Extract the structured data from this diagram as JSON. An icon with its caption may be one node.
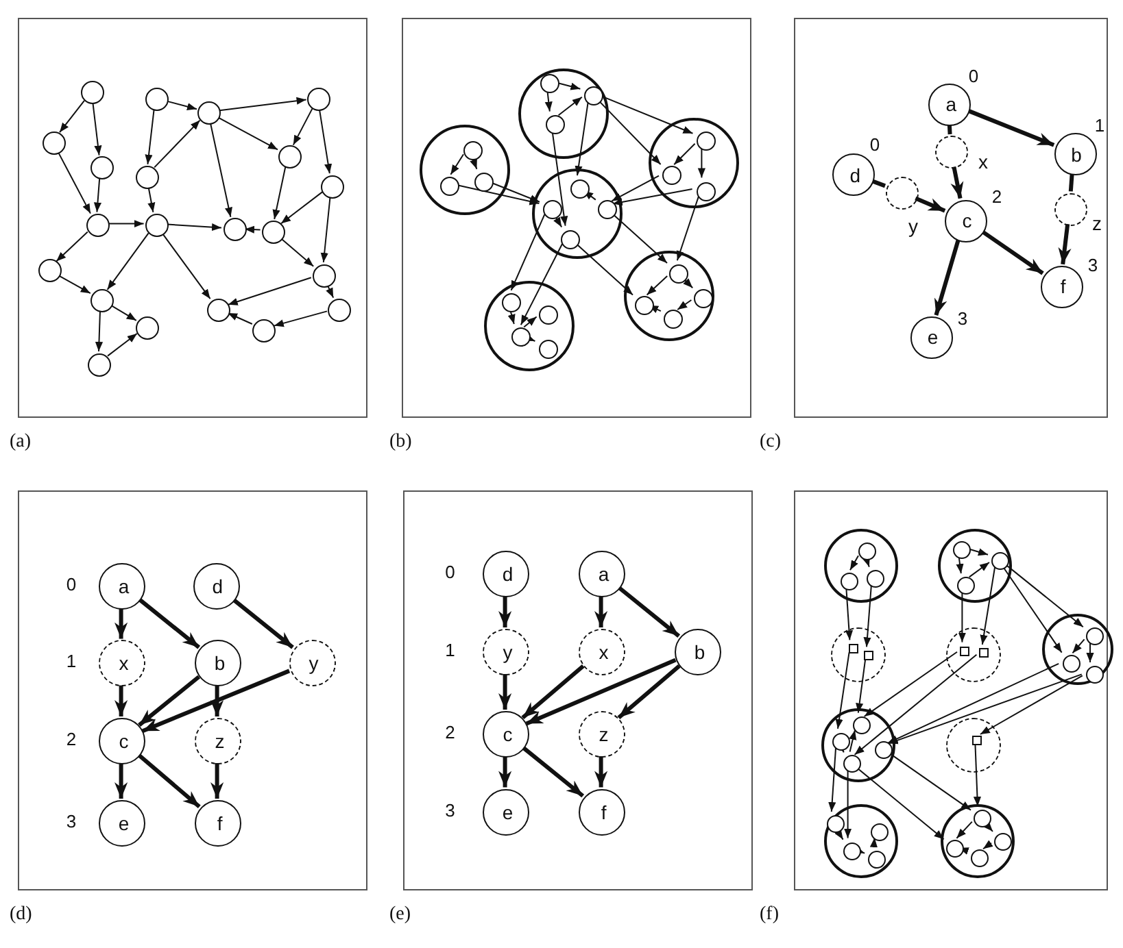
{
  "diagram": {
    "nodes": [
      {
        "text": [
          "(a)"
        ]
      },
      {
        "text": [],
        "shape": "circle",
        "in": 0
      },
      {
        "text": [],
        "shape": "circle",
        "in": 0
      },
      {
        "text": [],
        "shape": "circle",
        "in": 0
      },
      {
        "text": [],
        "shape": "circle",
        "in": 0
      },
      {
        "text": [],
        "shape": "circle",
        "in": 0
      },
      {
        "text": [],
        "shape": "circle",
        "in": 0
      },
      {
        "text": [],
        "shape": "circle",
        "in": 0
      },
      {
        "text": [],
        "shape": "circle",
        "in": 0
      },
      {
        "text": [],
        "shape": "circle",
        "in": 0
      },
      {
        "text": [],
        "shape": "circle",
        "in": 0
      },
      {
        "text": [],
        "shape": "circle",
        "in": 0
      },
      {
        "text": [],
        "shape": "circle",
        "in": 0
      },
      {
        "text": [],
        "shape": "circle",
        "in": 0
      },
      {
        "text": [],
        "shape": "circle",
        "in": 0
      },
      {
        "text": [],
        "shape": "circle",
        "in": 0
      },
      {
        "text": [],
        "shape": "circle",
        "in": 0
      },
      {
        "text": [],
        "shape": "circle",
        "in": 0
      },
      {
        "text": [],
        "shape": "circle",
        "in": 0
      },
      {
        "text": [],
        "shape": "circle",
        "in": 0
      },
      {
        "text": [],
        "shape": "circle",
        "in": 0
      },
      {
        "text": [],
        "shape": "circle",
        "in": 0
      },
      {
        "text": [
          "(b)"
        ]
      },
      {
        "text": [],
        "shape": "circle",
        "in": 22
      },
      {
        "text": [],
        "shape": "circle",
        "in": 23
      },
      {
        "text": [],
        "shape": "circle",
        "in": 23
      },
      {
        "text": [],
        "shape": "circle",
        "in": 23
      },
      {
        "text": [],
        "shape": "circle",
        "in": 22
      },
      {
        "text": [],
        "shape": "circle",
        "in": 27
      },
      {
        "text": [],
        "shape": "circle",
        "in": 27
      },
      {
        "text": [],
        "shape": "circle",
        "in": 27
      },
      {
        "text": [],
        "shape": "circle",
        "in": 22
      },
      {
        "text": [],
        "shape": "circle",
        "in": 31
      },
      {
        "text": [],
        "shape": "circle",
        "in": 31
      },
      {
        "text": [],
        "shape": "circle",
        "in": 31
      },
      {
        "text": [],
        "shape": "circle",
        "in": 22
      },
      {
        "text": [],
        "shape": "circle",
        "in": 35
      },
      {
        "text": [],
        "shape": "circle",
        "in": 35
      },
      {
        "text": [],
        "shape": "circle",
        "in": 35
      },
      {
        "text": [],
        "shape": "circle",
        "in": 35
      },
      {
        "text": [],
        "shape": "circle",
        "in": 22
      },
      {
        "text": [],
        "shape": "circle",
        "in": 40
      },
      {
        "text": [],
        "shape": "circle",
        "in": 40
      },
      {
        "text": [],
        "shape": "circle",
        "in": 40
      },
      {
        "text": [],
        "shape": "circle",
        "in": 40
      },
      {
        "text": [],
        "shape": "circle",
        "in": 22
      },
      {
        "text": [],
        "shape": "circle",
        "in": 45
      },
      {
        "text": [],
        "shape": "circle",
        "in": 45
      },
      {
        "text": [],
        "shape": "circle",
        "in": 45
      },
      {
        "text": [],
        "shape": "circle",
        "in": 45
      },
      {
        "text": [
          "(c)"
        ]
      },
      {
        "text": [
          "a"
        ],
        "beside": [
          "0"
        ],
        "in": 50
      },
      {
        "text": [
          "x"
        ],
        "in": 50
      },
      {
        "text": [
          "b"
        ],
        "beside": [
          "1"
        ],
        "in": 50
      },
      {
        "text": [
          "d"
        ],
        "beside": [
          "0"
        ],
        "in": 50
      },
      {
        "text": [
          "y"
        ],
        "in": 50
      },
      {
        "text": [
          "c"
        ],
        "beside": [
          "2"
        ],
        "in": 50
      },
      {
        "text": [
          "z"
        ],
        "in": 50
      },
      {
        "text": [
          "f"
        ],
        "beside": [
          "3"
        ],
        "in": 50
      },
      {
        "text": [
          "e"
        ],
        "beside": [
          "3"
        ],
        "in": 50
      },
      {
        "text": [
          "(d)"
        ]
      },
      {
        "text": [
          "a"
        ],
        "in": 60
      },
      {
        "text": [
          "d"
        ],
        "in": 60
      },
      {
        "text": [
          "x"
        ],
        "in": 60
      },
      {
        "text": [
          "b"
        ],
        "in": 60
      },
      {
        "text": [
          "y"
        ],
        "in": 60
      },
      {
        "text": [
          "c"
        ],
        "in": 60
      },
      {
        "text": [
          "z"
        ],
        "in": 60
      },
      {
        "text": [
          "e"
        ],
        "in": 60
      },
      {
        "text": [
          "f"
        ],
        "in": 60
      },
      {
        "text": [
          "(e)"
        ]
      },
      {
        "text": [
          "d"
        ],
        "in": 70
      },
      {
        "text": [
          "a"
        ],
        "in": 70
      },
      {
        "text": [
          "y"
        ],
        "in": 70
      },
      {
        "text": [
          "x"
        ],
        "in": 70
      },
      {
        "text": [
          "b"
        ],
        "in": 70
      },
      {
        "text": [
          "c"
        ],
        "in": 70
      },
      {
        "text": [
          "z"
        ],
        "in": 70
      },
      {
        "text": [
          "e"
        ],
        "in": 70
      },
      {
        "text": [
          "f"
        ],
        "in": 70
      },
      {
        "text": [
          "(f)"
        ]
      },
      {
        "text": [],
        "shape": "circle",
        "in": 80
      },
      {
        "text": [],
        "shape": "circle",
        "in": 81
      },
      {
        "text": [],
        "shape": "circle",
        "in": 81
      },
      {
        "text": [],
        "shape": "circle",
        "in": 81
      },
      {
        "text": [],
        "shape": "circle",
        "in": 80
      },
      {
        "text": [],
        "shape": "circle",
        "in": 85
      },
      {
        "text": [],
        "shape": "circle",
        "in": 85
      },
      {
        "text": [],
        "shape": "circle",
        "in": 85
      },
      {
        "text": [],
        "shape": "circle",
        "in": 80
      },
      {
        "text": [],
        "shape": "box",
        "in": 89
      },
      {
        "text": [],
        "shape": "box",
        "in": 89
      },
      {
        "text": [],
        "shape": "circle",
        "in": 80
      },
      {
        "text": [],
        "shape": "box",
        "in": 92
      },
      {
        "text": [],
        "shape": "box",
        "in": 92
      },
      {
        "text": [],
        "shape": "circle",
        "in": 80
      },
      {
        "text": [],
        "shape": "circle",
        "in": 95
      },
      {
        "text": [],
        "shape": "circle",
        "in": 95
      },
      {
        "text": [],
        "shape": "circle",
        "in": 95
      },
      {
        "text": [],
        "shape": "circle",
        "in": 80
      },
      {
        "text": [],
        "shape": "circle",
        "in": 99
      },
      {
        "text": [],
        "shape": "circle",
        "in": 99
      },
      {
        "text": [],
        "shape": "circle",
        "in": 99
      },
      {
        "text": [],
        "shape": "circle",
        "in": 99
      },
      {
        "text": [],
        "shape": "circle",
        "in": 80
      },
      {
        "text": [],
        "shape": "box",
        "in": 104
      },
      {
        "text": [],
        "shape": "circle",
        "in": 80
      },
      {
        "text": [],
        "shape": "circle",
        "in": 106
      },
      {
        "text": [],
        "shape": "circle",
        "in": 106
      },
      {
        "text": [],
        "shape": "circle",
        "in": 106
      },
      {
        "text": [],
        "shape": "circle",
        "in": 106
      },
      {
        "text": [],
        "shape": "circle",
        "in": 80
      },
      {
        "text": [],
        "shape": "circle",
        "in": 111
      },
      {
        "text": [],
        "shape": "circle",
        "in": 111
      },
      {
        "text": [],
        "shape": "circle",
        "in": 111
      },
      {
        "text": [],
        "shape": "circle",
        "in": 111
      }
    ],
    "edges": [
      {
        "from": 1,
        "to": 2,
        "arrow": "to"
      },
      {
        "from": 1,
        "to": 3,
        "arrow": "to"
      },
      {
        "from": 2,
        "to": 4,
        "arrow": "to"
      },
      {
        "from": 3,
        "to": 4,
        "arrow": "to"
      },
      {
        "from": 4,
        "to": 8,
        "arrow": "to"
      },
      {
        "from": 4,
        "to": 14,
        "arrow": "to"
      },
      {
        "from": 14,
        "to": 15,
        "arrow": "to"
      },
      {
        "from": 8,
        "to": 15,
        "arrow": "to"
      },
      {
        "from": 15,
        "to": 16,
        "arrow": "to"
      },
      {
        "from": 15,
        "to": 17,
        "arrow": "to"
      },
      {
        "from": 17,
        "to": 16,
        "arrow": "to"
      },
      {
        "from": 5,
        "to": 6,
        "arrow": "to"
      },
      {
        "from": 5,
        "to": 7,
        "arrow": "to"
      },
      {
        "from": 7,
        "to": 6,
        "arrow": "to"
      },
      {
        "from": 7,
        "to": 8,
        "arrow": "to"
      },
      {
        "from": 6,
        "to": 9,
        "arrow": "to"
      },
      {
        "from": 6,
        "to": 10,
        "arrow": "to"
      },
      {
        "from": 6,
        "to": 12,
        "arrow": "to"
      },
      {
        "from": 8,
        "to": 12,
        "arrow": "to"
      },
      {
        "from": 8,
        "to": 18,
        "arrow": "to"
      },
      {
        "from": 9,
        "to": 10,
        "arrow": "to"
      },
      {
        "from": 9,
        "to": 11,
        "arrow": "to"
      },
      {
        "from": 10,
        "to": 13,
        "arrow": "to"
      },
      {
        "from": 11,
        "to": 13,
        "arrow": "to"
      },
      {
        "from": 13,
        "to": 12,
        "arrow": "to"
      },
      {
        "from": 13,
        "to": 19,
        "arrow": "to"
      },
      {
        "from": 11,
        "to": 19,
        "arrow": "to"
      },
      {
        "from": 19,
        "to": 18,
        "arrow": "to"
      },
      {
        "from": 19,
        "to": 20,
        "arrow": "to"
      },
      {
        "from": 20,
        "to": 21,
        "arrow": "to"
      },
      {
        "from": 21,
        "to": 18,
        "arrow": "to"
      },
      {
        "from": 24,
        "to": 25,
        "arrow": "to"
      },
      {
        "from": 24,
        "to": 26,
        "arrow": "to"
      },
      {
        "from": 26,
        "to": 25,
        "arrow": "to"
      },
      {
        "from": 28,
        "to": 29,
        "arrow": "to"
      },
      {
        "from": 28,
        "to": 30,
        "arrow": "to"
      },
      {
        "from": 32,
        "to": 33,
        "arrow": "to"
      },
      {
        "from": 32,
        "to": 34,
        "arrow": "to"
      },
      {
        "from": 37,
        "to": 36,
        "arrow": "to"
      },
      {
        "from": 38,
        "to": 39,
        "arrow": "to"
      },
      {
        "from": 46,
        "to": 48,
        "arrow": "to"
      },
      {
        "from": 46,
        "to": 47,
        "arrow": "to"
      },
      {
        "from": 47,
        "to": 49,
        "arrow": "to"
      },
      {
        "from": 49,
        "to": 48,
        "arrow": "to"
      },
      {
        "from": 41,
        "to": 43,
        "arrow": "to"
      },
      {
        "from": 43,
        "to": 42,
        "arrow": "to"
      },
      {
        "from": 43,
        "to": 44,
        "arrow": "to"
      },
      {
        "from": 25,
        "to": 32,
        "arrow": "to"
      },
      {
        "from": 25,
        "to": 33,
        "arrow": "to"
      },
      {
        "from": 25,
        "to": 36,
        "arrow": "to"
      },
      {
        "from": 26,
        "to": 39,
        "arrow": "to"
      },
      {
        "from": 29,
        "to": 38,
        "arrow": "to"
      },
      {
        "from": 30,
        "to": 38,
        "arrow": "to"
      },
      {
        "from": 33,
        "to": 37,
        "arrow": "to"
      },
      {
        "from": 34,
        "to": 37,
        "arrow": "to"
      },
      {
        "from": 34,
        "to": 46,
        "arrow": "to"
      },
      {
        "from": 37,
        "to": 46,
        "arrow": "to"
      },
      {
        "from": 39,
        "to": 48,
        "arrow": "to"
      },
      {
        "from": 38,
        "to": 41,
        "arrow": "to"
      },
      {
        "from": 39,
        "to": 43,
        "arrow": "to"
      },
      {
        "from": 51,
        "to": 53,
        "arrow": "to",
        "style": "thick"
      },
      {
        "from": 51,
        "to": 52,
        "arrow": "none",
        "style": "thick"
      },
      {
        "from": 52,
        "to": 56,
        "arrow": "to",
        "style": "thick"
      },
      {
        "from": 54,
        "to": 55,
        "arrow": "none",
        "style": "thick"
      },
      {
        "from": 55,
        "to": 56,
        "arrow": "to",
        "style": "thick"
      },
      {
        "from": 53,
        "to": 57,
        "arrow": "none",
        "style": "thick"
      },
      {
        "from": 57,
        "to": 58,
        "arrow": "to",
        "style": "thick"
      },
      {
        "from": 56,
        "to": 59,
        "arrow": "to",
        "style": "thick"
      },
      {
        "from": 56,
        "to": 58,
        "arrow": "to",
        "style": "thick"
      },
      {
        "from": 61,
        "to": 63,
        "arrow": "to",
        "style": "thick"
      },
      {
        "from": 61,
        "to": 64,
        "arrow": "to",
        "style": "thick"
      },
      {
        "from": 62,
        "to": 65,
        "arrow": "to",
        "style": "thick"
      },
      {
        "from": 63,
        "to": 66,
        "arrow": "to",
        "style": "thick"
      },
      {
        "from": 64,
        "to": 66,
        "arrow": "to",
        "style": "thick"
      },
      {
        "from": 65,
        "to": 66,
        "arrow": "to",
        "style": "thick"
      },
      {
        "from": 64,
        "to": 67,
        "arrow": "to",
        "style": "thick"
      },
      {
        "from": 66,
        "to": 68,
        "arrow": "to",
        "style": "thick"
      },
      {
        "from": 66,
        "to": 69,
        "arrow": "to",
        "style": "thick"
      },
      {
        "from": 67,
        "to": 69,
        "arrow": "to",
        "style": "thick"
      },
      {
        "from": 71,
        "to": 73,
        "arrow": "to",
        "style": "thick"
      },
      {
        "from": 72,
        "to": 74,
        "arrow": "to",
        "style": "thick"
      },
      {
        "from": 72,
        "to": 75,
        "arrow": "to",
        "style": "thick"
      },
      {
        "from": 73,
        "to": 76,
        "arrow": "to",
        "style": "thick"
      },
      {
        "from": 74,
        "to": 76,
        "arrow": "to",
        "style": "thick"
      },
      {
        "from": 75,
        "to": 76,
        "arrow": "to",
        "style": "thick"
      },
      {
        "from": 75,
        "to": 77,
        "arrow": "to",
        "style": "thick"
      },
      {
        "from": 76,
        "to": 78,
        "arrow": "to",
        "style": "thick"
      },
      {
        "from": 76,
        "to": 79,
        "arrow": "to",
        "style": "thick"
      },
      {
        "from": 77,
        "to": 79,
        "arrow": "to",
        "style": "thick"
      },
      {
        "from": 82,
        "to": 83,
        "arrow": "to"
      },
      {
        "from": 82,
        "to": 84,
        "arrow": "to"
      },
      {
        "from": 86,
        "to": 87,
        "arrow": "to"
      },
      {
        "from": 86,
        "to": 88,
        "arrow": "to"
      },
      {
        "from": 88,
        "to": 87,
        "arrow": "to"
      },
      {
        "from": 96,
        "to": 97,
        "arrow": "to"
      },
      {
        "from": 96,
        "to": 98,
        "arrow": "to"
      },
      {
        "from": 101,
        "to": 103,
        "arrow": "to"
      },
      {
        "from": 103,
        "to": 100,
        "arrow": "to"
      },
      {
        "from": 107,
        "to": 108,
        "arrow": "to"
      },
      {
        "from": 108,
        "to": 109,
        "arrow": "to"
      },
      {
        "from": 109,
        "to": 110,
        "arrow": "to"
      },
      {
        "from": 112,
        "to": 114,
        "arrow": "to"
      },
      {
        "from": 112,
        "to": 113,
        "arrow": "to"
      },
      {
        "from": 113,
        "to": 115,
        "arrow": "to"
      },
      {
        "from": 115,
        "to": 114,
        "arrow": "to"
      },
      {
        "from": 83,
        "to": 90,
        "arrow": "to"
      },
      {
        "from": 84,
        "to": 91,
        "arrow": "to"
      },
      {
        "from": 90,
        "to": 101,
        "arrow": "to"
      },
      {
        "from": 91,
        "to": 100,
        "arrow": "to"
      },
      {
        "from": 88,
        "to": 93,
        "arrow": "to"
      },
      {
        "from": 87,
        "to": 94,
        "arrow": "to"
      },
      {
        "from": 93,
        "to": 100,
        "arrow": "to"
      },
      {
        "from": 94,
        "to": 103,
        "arrow": "to"
      },
      {
        "from": 87,
        "to": 96,
        "arrow": "to"
      },
      {
        "from": 87,
        "to": 97,
        "arrow": "to"
      },
      {
        "from": 97,
        "to": 102,
        "arrow": "to"
      },
      {
        "from": 98,
        "to": 102,
        "arrow": "to"
      },
      {
        "from": 98,
        "to": 105,
        "arrow": "to"
      },
      {
        "from": 105,
        "to": 112,
        "arrow": "to"
      },
      {
        "from": 101,
        "to": 107,
        "arrow": "to"
      },
      {
        "from": 103,
        "to": 108,
        "arrow": "to"
      },
      {
        "from": 102,
        "to": 112,
        "arrow": "to"
      },
      {
        "from": 103,
        "to": 114,
        "arrow": "to"
      }
    ],
    "labels": [
      "0",
      "1",
      "2",
      "3",
      "0",
      "1",
      "2",
      "3"
    ]
  }
}
